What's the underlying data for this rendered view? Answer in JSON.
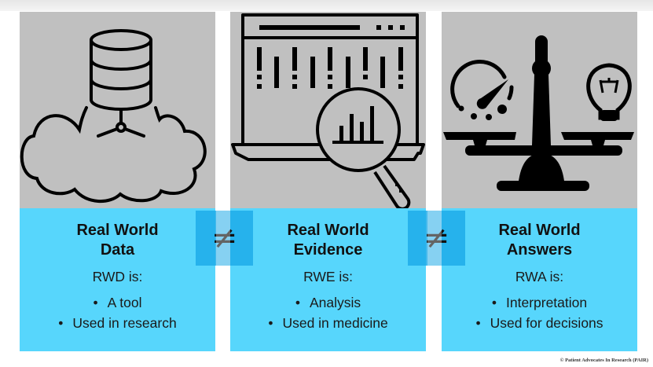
{
  "panels": [
    {
      "icon": "cloud-database-icon",
      "title_line1": "Real World",
      "title_line2": "Data",
      "subtitle": "RWD is:",
      "bullets": [
        "A tool",
        "Used in research"
      ]
    },
    {
      "icon": "laptop-magnifier-chart-icon",
      "title_line1": "Real World",
      "title_line2": "Evidence",
      "subtitle": "RWE is:",
      "bullets": [
        "Analysis",
        "Used in medicine"
      ]
    },
    {
      "icon": "scale-gauge-lightbulb-icon",
      "title_line1": "Real World",
      "title_line2": "Answers",
      "subtitle": "RWA is:",
      "bullets": [
        "Interpretation",
        "Used for decisions"
      ]
    }
  ],
  "separators": [
    "≠",
    "≠"
  ],
  "footer": {
    "copyright": "© Patient Advocates In Research (PAIR)"
  },
  "colors": {
    "panel_top": "#c0c0c0",
    "panel_bottom": "#57d6fc",
    "separator": "#1caae8"
  }
}
